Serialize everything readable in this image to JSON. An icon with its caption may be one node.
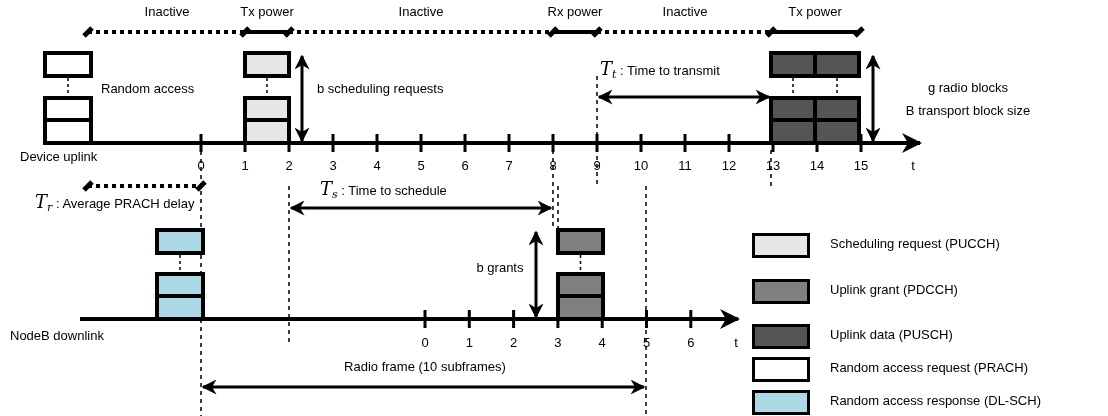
{
  "diagram": {
    "labels": [
      "Inactive",
      "Tx power",
      "Inactive",
      "Rx power",
      "Inactive",
      "Tx power",
      "Random access",
      "b scheduling requests",
      "*T*$_{t}$ : Time to transmit",
      "g radio blocks",
      "B transport block size",
      "Device uplink",
      "0",
      "1",
      "2",
      "3",
      "4",
      "5",
      "6",
      "7",
      "8",
      "9",
      "10",
      "11",
      "12",
      "13",
      "14",
      "15",
      "t",
      "*T*$_{r}$ : Average PRACH delay",
      "*T*$_{s}$ : Time to schedule",
      "b grants",
      "NodeB downlink",
      "0",
      "1",
      "2",
      "3",
      "4",
      "5",
      "6",
      "t",
      "Radio frame (10 subframes)"
    ],
    "legend": [
      {
        "text": "Scheduling request (PUCCH)",
        "color": "#e6e6e6"
      },
      {
        "text": "Uplink grant (PDCCH)",
        "color": "#808080"
      },
      {
        "text": "Uplink data (PUSCH)",
        "color": "#555555"
      },
      {
        "text": "Random access request (PRACH)",
        "color": "#ffffff"
      },
      {
        "text": "Random access response (DL-SCH)",
        "color": "#add8e6"
      }
    ]
  }
}
